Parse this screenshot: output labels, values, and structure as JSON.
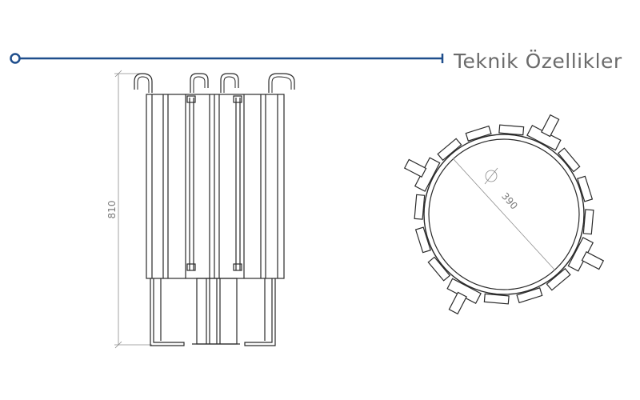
{
  "header": {
    "title": "Teknik Özellikler",
    "rule_color": "#1f4e8c"
  },
  "drawing": {
    "height_label": "810",
    "diameter_symbol": "⌀",
    "diameter_label": "390",
    "line_color": "#2a2a2a",
    "dimension_color": "#8c8c8c"
  }
}
